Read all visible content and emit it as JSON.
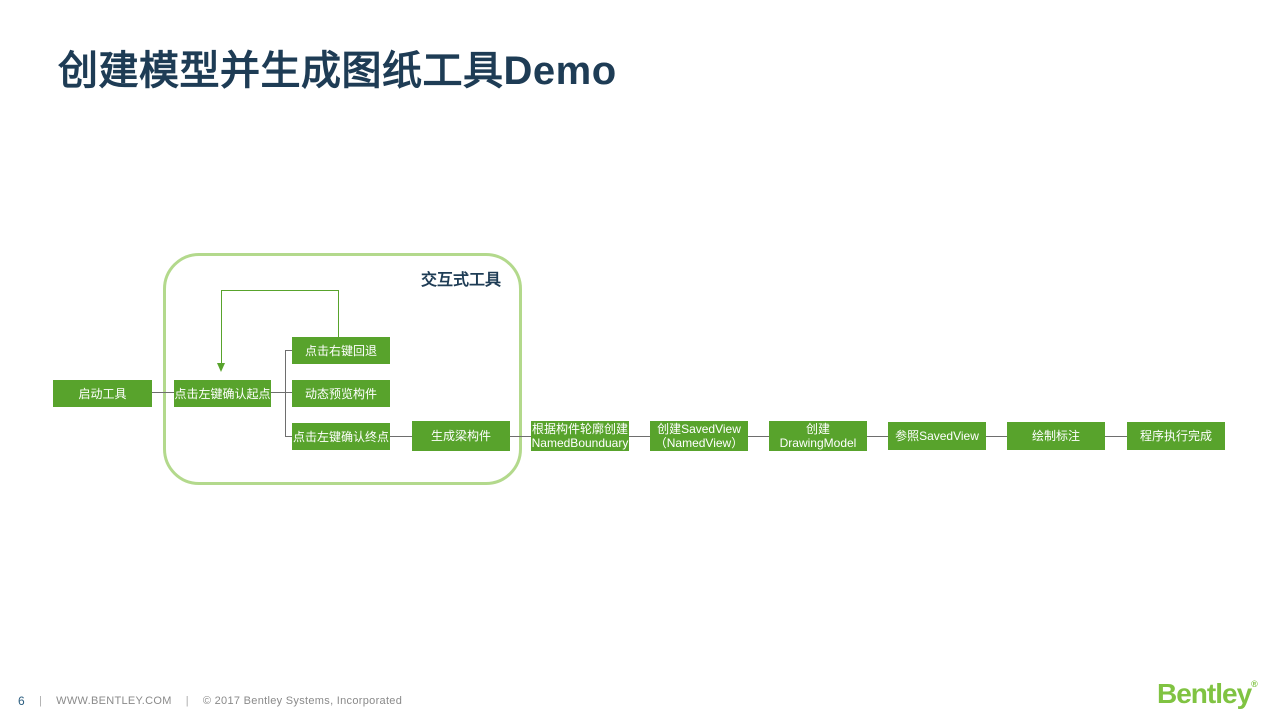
{
  "slide": {
    "title": "创建模型并生成图纸工具Demo",
    "container_label": "交互式工具"
  },
  "nodes": [
    {
      "label": "启动工具"
    },
    {
      "label": "点击左键确认起点"
    },
    {
      "label": "点击右键回退"
    },
    {
      "label": "动态预览构件"
    },
    {
      "label": "点击左键确认终点"
    },
    {
      "label": "生成梁构件"
    },
    {
      "line1": "根据构件轮廓创建",
      "line2": "NamedBounduary"
    },
    {
      "line1": "创建SavedView",
      "line2": "（NamedView）"
    },
    {
      "line1": "创建",
      "line2": "DrawingModel"
    },
    {
      "label": "参照SavedView"
    },
    {
      "label": "绘制标注"
    },
    {
      "label": "程序执行完成"
    }
  ],
  "footer": {
    "page_number": "6",
    "separator": "|",
    "website": "WWW.BENTLEY.COM",
    "copyright": "© 2017 Bentley Systems, Incorporated",
    "logo_text": "Bentley",
    "logo_mark": "®"
  },
  "colors": {
    "node_green": "#58a32c",
    "container_border_green": "#b3d98c",
    "title_navy": "#1e3c55",
    "connector_gray": "#6e6e6e",
    "logo_green": "#80c342",
    "footer_gray": "#8a8a8a",
    "page_number_blue": "#2c5e80"
  }
}
